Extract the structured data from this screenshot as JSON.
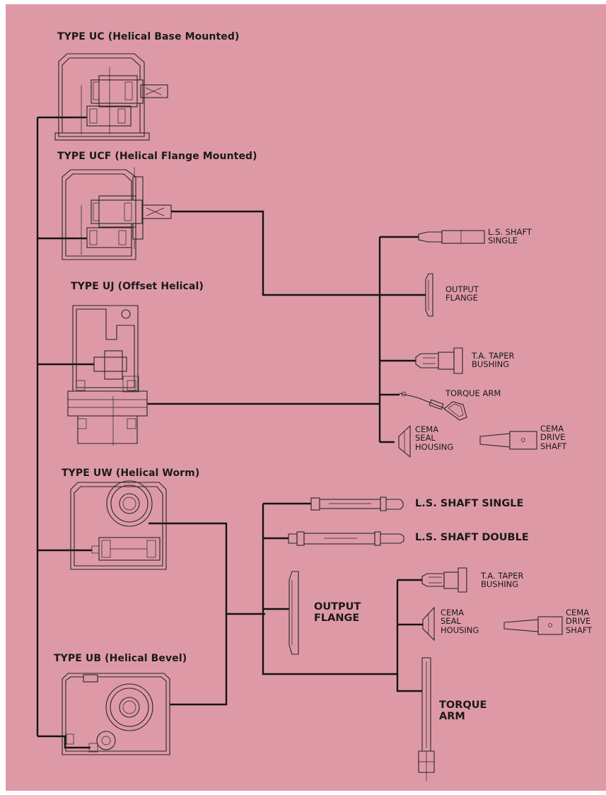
{
  "types": {
    "uc": {
      "prefix": "TYPE UC (Helical Base ",
      "bold": "Mounted",
      "suffix": ")"
    },
    "ucf": {
      "prefix": "TYPE UCF (Helical Flange ",
      "bold": "Mounted",
      "suffix": ")"
    },
    "uj": {
      "label": "TYPE UJ (Offset Helical)"
    },
    "uw": {
      "label": "TYPE UW (Helical Worm)"
    },
    "ub": {
      "label": "TYPE UB (Helical Bevel)"
    }
  },
  "upper_options": {
    "ls_shaft_single": [
      "L.S. SHAFT",
      "SINGLE"
    ],
    "output_flange": [
      "OUTPUT",
      "FLANGE"
    ],
    "ta_taper_bushing": [
      "T.A. TAPER",
      "BUSHING"
    ],
    "torque_arm": "TORQUE ARM",
    "cema_seal_housing": [
      "CEMA",
      "SEAL",
      "HOUSING"
    ],
    "cema_drive_shaft": [
      "CEMA",
      "DRIVE",
      "SHAFT"
    ]
  },
  "lower_options": {
    "ls_shaft_single": "L.S. SHAFT SINGLE",
    "ls_shaft_double": "L.S. SHAFT DOUBLE",
    "output_flange": [
      "OUTPUT",
      "FLANGE"
    ],
    "ta_taper_bushing": [
      "T.A. TAPER",
      "BUSHING"
    ],
    "cema_seal_housing": [
      "CEMA",
      "SEAL",
      "HOUSING"
    ],
    "cema_drive_shaft": [
      "CEMA",
      "DRIVE",
      "SHAFT"
    ],
    "torque_arm": [
      "TORQUE",
      "ARM"
    ]
  },
  "colors": {
    "background": "#dd9aa6",
    "line": "#141414"
  }
}
